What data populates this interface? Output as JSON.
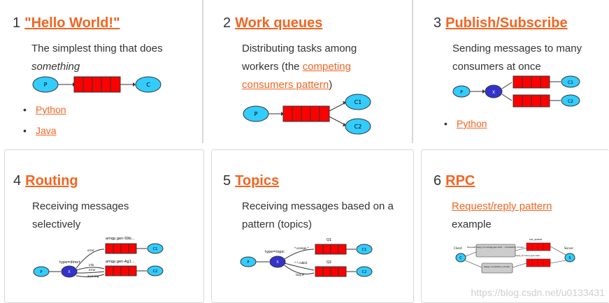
{
  "tutorials": [
    {
      "number": "1",
      "title": "\"Hello World!\"",
      "desc_text": "The simplest thing that does",
      "desc_em": "something",
      "links": [
        "Python",
        "Java"
      ],
      "diagram": {
        "p": "P",
        "c": "C"
      }
    },
    {
      "number": "2",
      "title": "Work queues",
      "desc_text": "Distributing tasks among workers (the",
      "desc_link": "competing consumers pattern",
      "desc_tail": ")",
      "diagram": {
        "p": "P",
        "c1": "C1",
        "c2": "C2"
      }
    },
    {
      "number": "3",
      "title": "Publish/Subscribe",
      "desc_text": "Sending messages to many consumers at once",
      "links": [
        "Python"
      ],
      "diagram": {
        "p": "P",
        "x": "X",
        "c1": "C1",
        "c2": "C2"
      }
    },
    {
      "number": "4",
      "title": "Routing",
      "desc_text": "Receiving messages selectively",
      "diagram": {
        "p": "P",
        "x": "X",
        "type": "type=direct",
        "q1": "amqp.gen-S9b...",
        "q2": "amqp.gen-Ag1...",
        "k1": "error",
        "k2": "info",
        "k3": "error",
        "k4": "warning",
        "c1": "C1",
        "c2": "C2"
      }
    },
    {
      "number": "5",
      "title": "Topics",
      "desc_text": "Receiving messages based on a pattern (topics)",
      "diagram": {
        "p": "P",
        "x": "X",
        "type": "type=topic",
        "q1": "Q1",
        "q2": "Q2",
        "k1": "*.orange.*",
        "k2": "*.*.rabbit",
        "k3": "lazy.#",
        "c1": "C1",
        "c2": "C2"
      }
    },
    {
      "number": "6",
      "title": "RPC",
      "desc_link": "Request/reply pattern",
      "desc_text": "example",
      "diagram": {
        "client": "Client",
        "server": "Server",
        "c": "C",
        "s": "S",
        "rpc_queue": "rpc_queue",
        "request": "Request reply_to=amqp.gen-Xa2... correlation_id=abc",
        "reply_queue": "reply_to=amq.gen-Xa2...",
        "reply": "Reply correlation_id=abc"
      }
    }
  ],
  "watermark": "https://blog.csdn.net/u0133431"
}
